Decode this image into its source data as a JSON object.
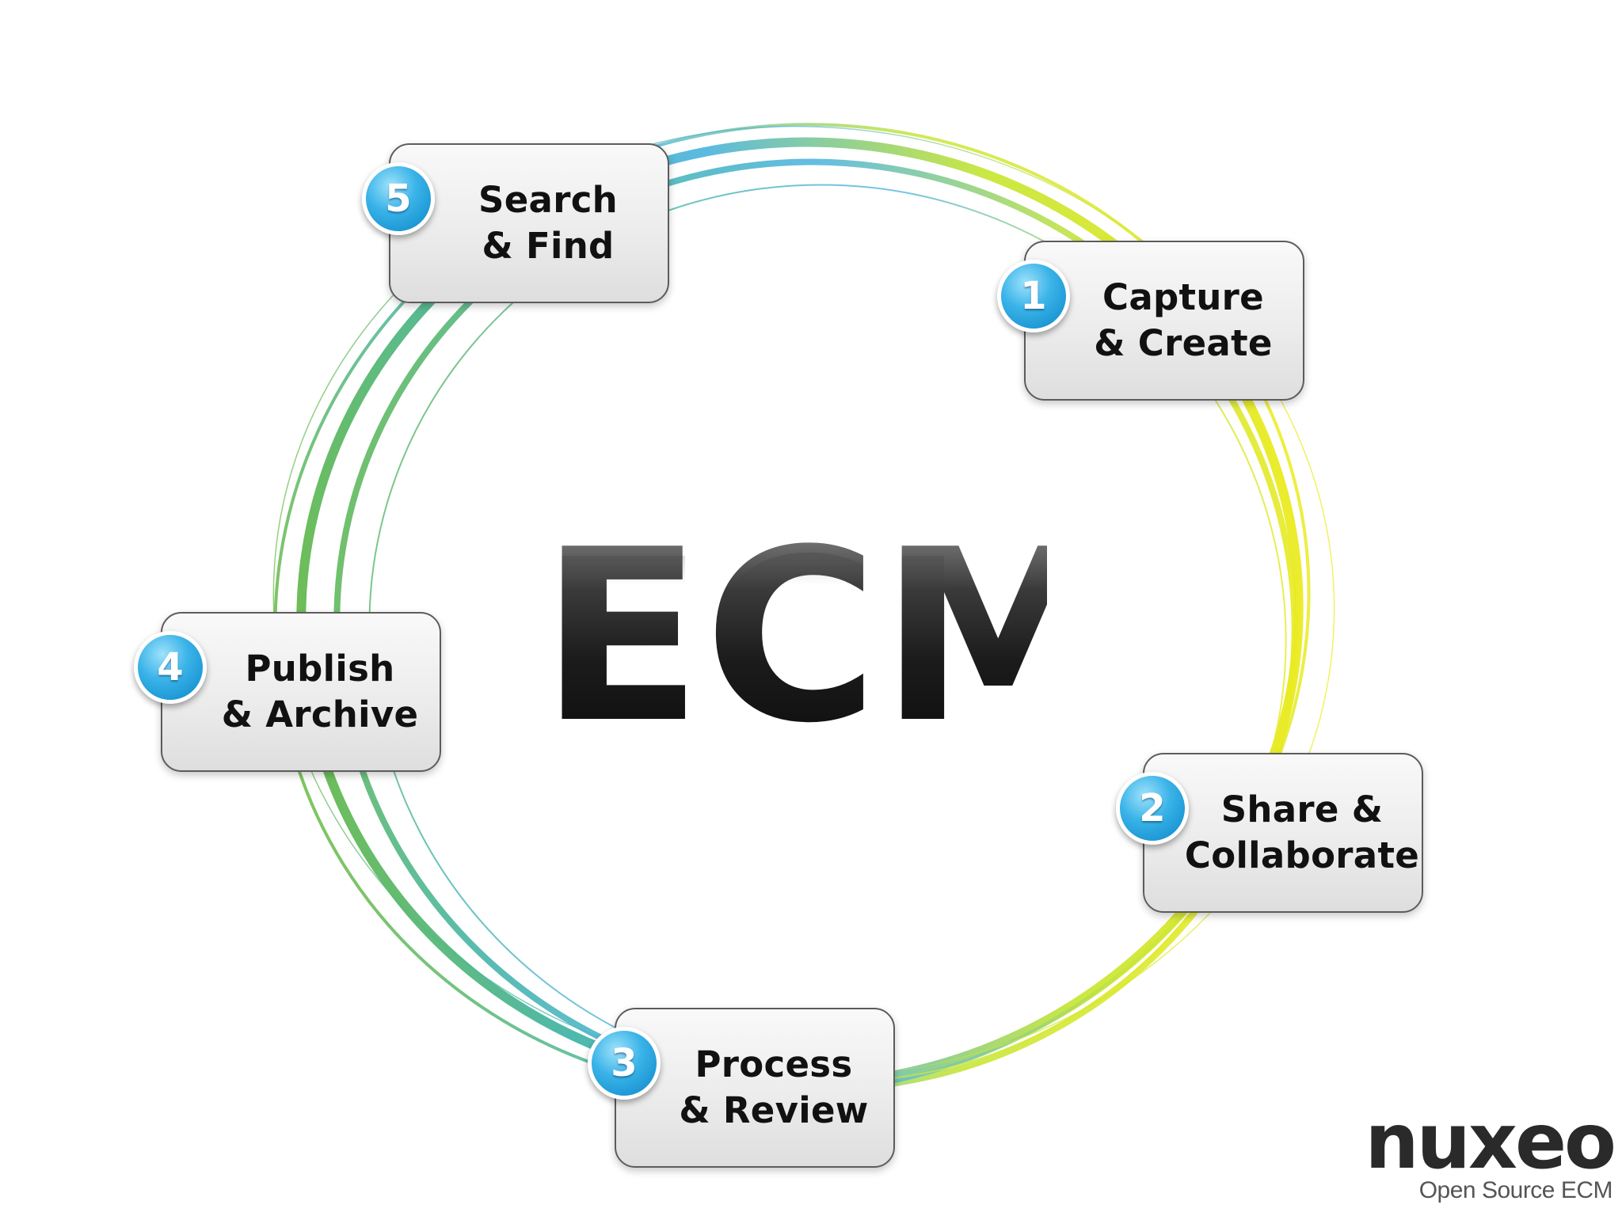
{
  "title": "ECM",
  "steps": [
    {
      "number": "1",
      "line1": "Capture",
      "line2": "& Create"
    },
    {
      "number": "2",
      "line1": "Share &",
      "line2": "Collaborate"
    },
    {
      "number": "3",
      "line1": "Process",
      "line2": "& Review"
    },
    {
      "number": "4",
      "line1": "Publish",
      "line2": "& Archive"
    },
    {
      "number": "5",
      "line1": "Search",
      "line2": "& Find"
    }
  ],
  "logo": {
    "wordmark": "nuxeo",
    "tagline": "Open Source ECM"
  },
  "colors": {
    "ring_green": "#6dbb3c",
    "ring_teal": "#45b5a8",
    "ring_blue": "#52b6e0",
    "ring_yellow": "#f2ec1c",
    "badge_blue": "#1b9ad8",
    "title_dark": "#1b1b1b"
  }
}
